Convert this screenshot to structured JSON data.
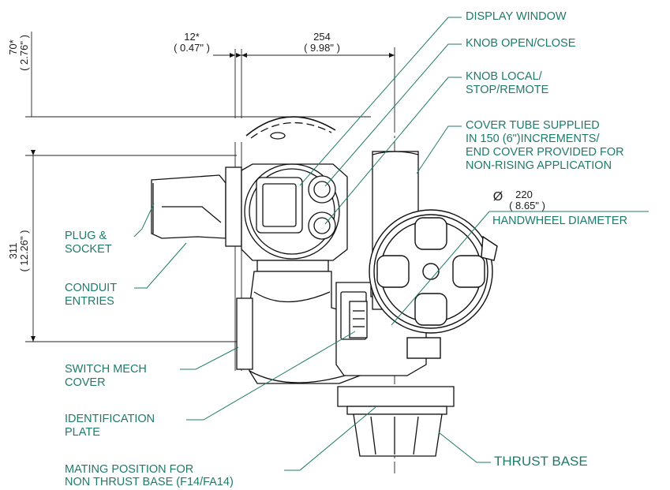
{
  "callouts": {
    "display_window": "DISPLAY WINDOW",
    "knob_open_close": "KNOB OPEN/CLOSE",
    "knob_local_1": "KNOB LOCAL/",
    "knob_local_2": "STOP/REMOTE",
    "cover_tube_1": "COVER TUBE SUPPLIED",
    "cover_tube_2": "IN 150 (6\")INCREMENTS/",
    "cover_tube_3": "END COVER PROVIDED FOR",
    "cover_tube_4": "NON-RISING APPLICATION",
    "plug_socket_1": "PLUG &",
    "plug_socket_2": "SOCKET",
    "conduit_1": "CONDUIT",
    "conduit_2": "ENTRIES",
    "switch_mech_1": "SWITCH MECH",
    "switch_mech_2": "COVER",
    "ident_plate_1": "IDENTIFICATION",
    "ident_plate_2": "PLATE",
    "mating_1": "MATING POSITION FOR",
    "mating_2": "NON THRUST BASE (F14/FA14)",
    "thrust_base": "THRUST BASE",
    "handwheel": "HANDWHEEL DIAMETER"
  },
  "dimensions": {
    "d12_mm": "12*",
    "d12_in": "( 0.47\" )",
    "d254_mm": "254",
    "d254_in": "( 9.98\" )",
    "d70_mm": "70*",
    "d70_in": "( 2.76\" )",
    "d311_mm": "311",
    "d311_in": "( 12.26\" )",
    "d220_sym": "Ø",
    "d220_mm": "220",
    "d220_in": "( 8.65\" )"
  },
  "colors": {
    "callout": "#1f7a6a",
    "dimension": "#1b1b1b",
    "drawing": "#111111"
  }
}
